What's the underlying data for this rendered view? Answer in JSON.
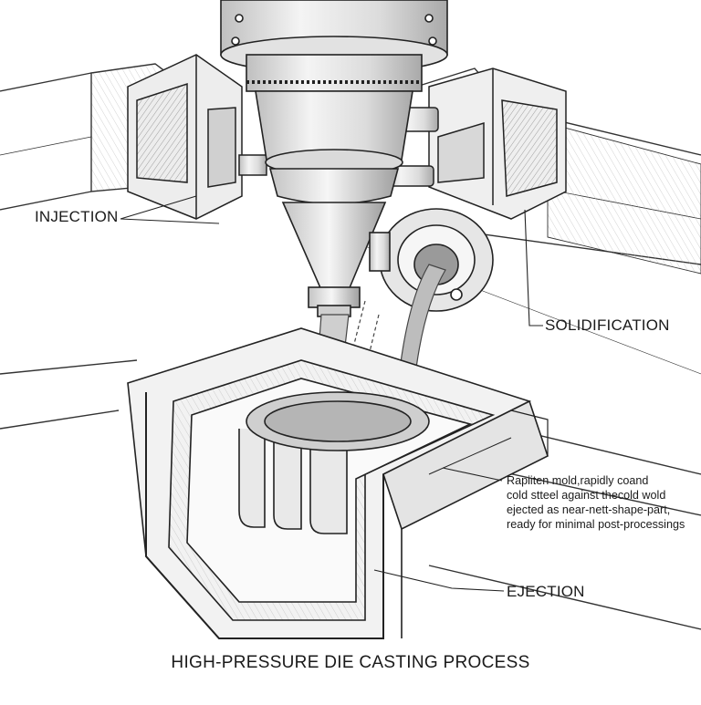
{
  "title": "HIGH-PRESSURE DIE CASTING PROCESS",
  "labels": {
    "injection": "INJECTION",
    "solidification": "SOLIDIFICATION",
    "ejection": "EJECTION"
  },
  "note": {
    "lines": [
      "Rapiiten mold,rapidly coand",
      "cold stteel against thecold wold",
      "ejected as near-nett-shape-part,",
      "ready for minimal post-processings"
    ]
  },
  "colors": {
    "ink": "#1a1a1a",
    "paper": "#ffffff",
    "shade": "#cfcfcf",
    "metal": "#e9e9e9",
    "molten": "#bdbdbd"
  },
  "icons": {
    "injector": "injection-nozzle-icon",
    "ladle": "ladle-pour-icon",
    "mold": "die-mold-icon"
  }
}
